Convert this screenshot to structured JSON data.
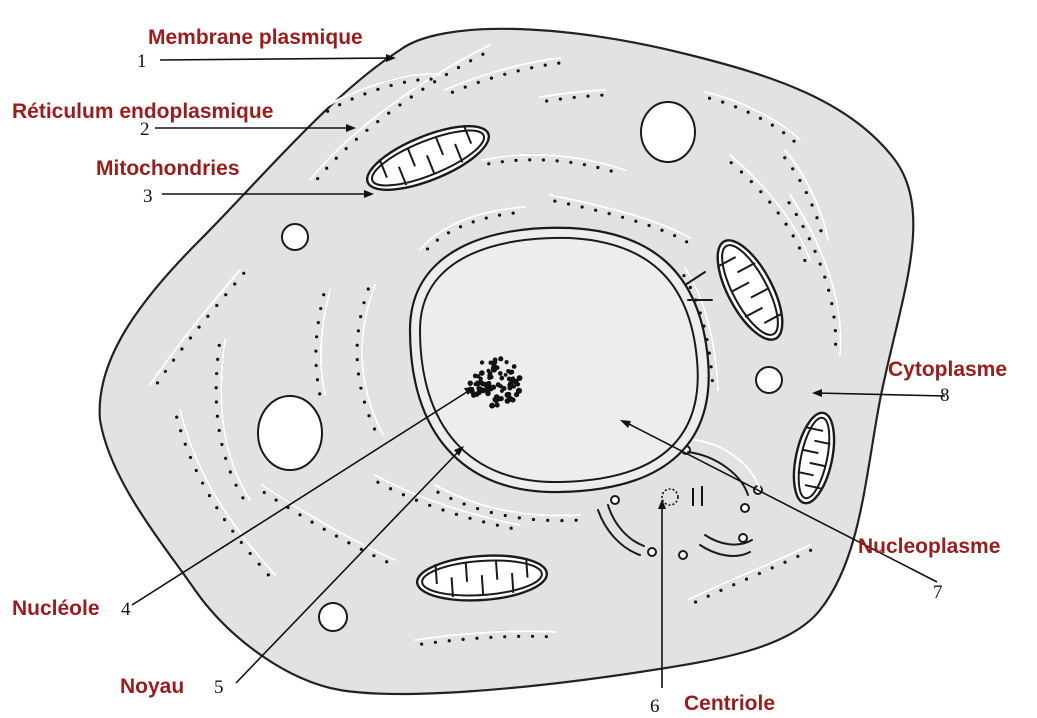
{
  "labels": [
    {
      "id": "membrane",
      "text": "Membrane plasmique",
      "number": "1"
    },
    {
      "id": "reticulum",
      "text": "Réticulum endoplasmique",
      "number": "2"
    },
    {
      "id": "mitochondries",
      "text": "Mitochondries",
      "number": "3"
    },
    {
      "id": "nucleole",
      "text": "Nucléole",
      "number": "4"
    },
    {
      "id": "noyau",
      "text": "Noyau",
      "number": "5"
    },
    {
      "id": "centriole",
      "text": "Centriole",
      "number": "6"
    },
    {
      "id": "nucleoplasme",
      "text": "Nucleoplasme",
      "number": "7"
    },
    {
      "id": "cytoplasme",
      "text": "Cytoplasme",
      "number": "8"
    }
  ],
  "colors": {
    "label_text": "#9b1c1c",
    "line": "#111111",
    "cytoplasm_fill": "#e2e2e2"
  }
}
